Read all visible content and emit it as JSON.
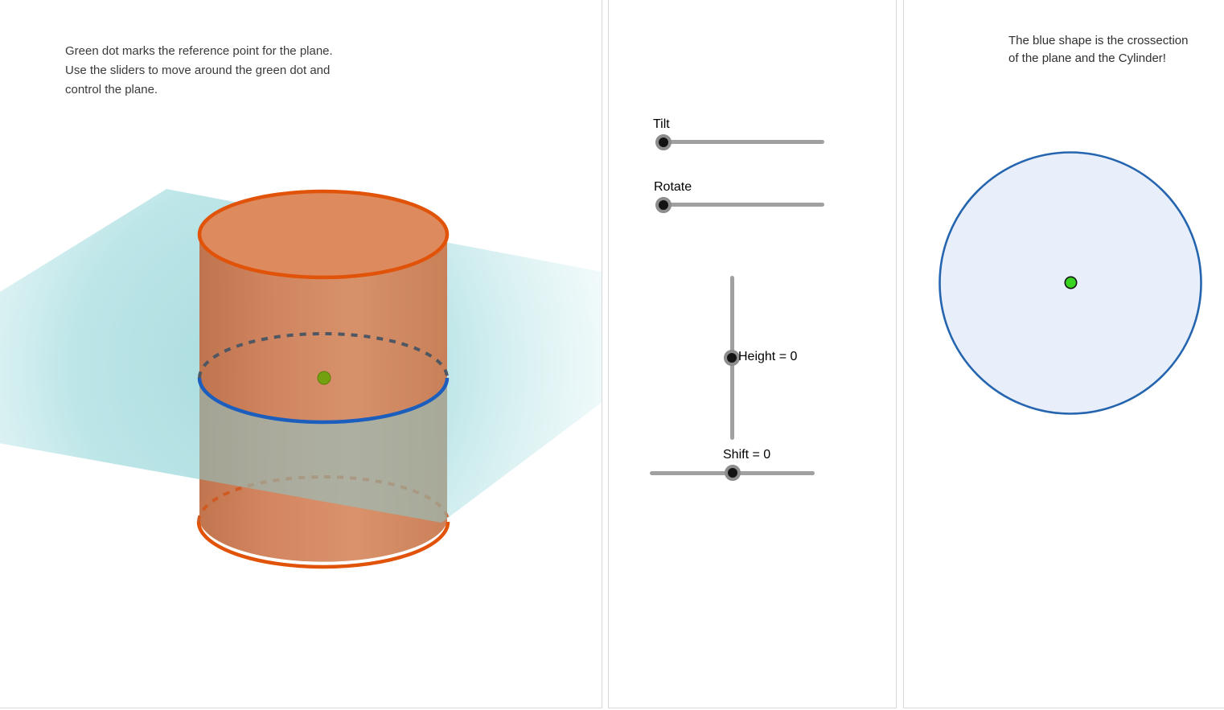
{
  "left_panel": {
    "instructions": [
      "Green dot marks the reference point for the plane.",
      "Use the sliders to move around the green dot and",
      "control the plane."
    ]
  },
  "sliders": {
    "tilt": {
      "label": "Tilt"
    },
    "rotate": {
      "label": "Rotate"
    },
    "height": {
      "label": "Height = 0",
      "value": 0
    },
    "shift": {
      "label": "Shift = 0",
      "value": 0
    }
  },
  "right_panel": {
    "caption_lines": [
      "The blue shape is the crossection",
      "of the plane and the Cylinder!"
    ]
  },
  "colors": {
    "plane_teal": "#a9dde0",
    "cylinder_orange": "#d98c60",
    "cylinder_rim_orange": "#e2530a",
    "cross_section_blue": "#1b5ebd",
    "hidden_edge_gray": "#4f5763",
    "hidden_edge_orange": "#cf5b22",
    "point_green_3d": "#73a00f",
    "point_green_2d": "#38d41f",
    "circle_fill": "#e8effa",
    "circle_stroke": "#2565af",
    "slider_track": "#a0a0a0",
    "slider_knob": "#131313"
  }
}
